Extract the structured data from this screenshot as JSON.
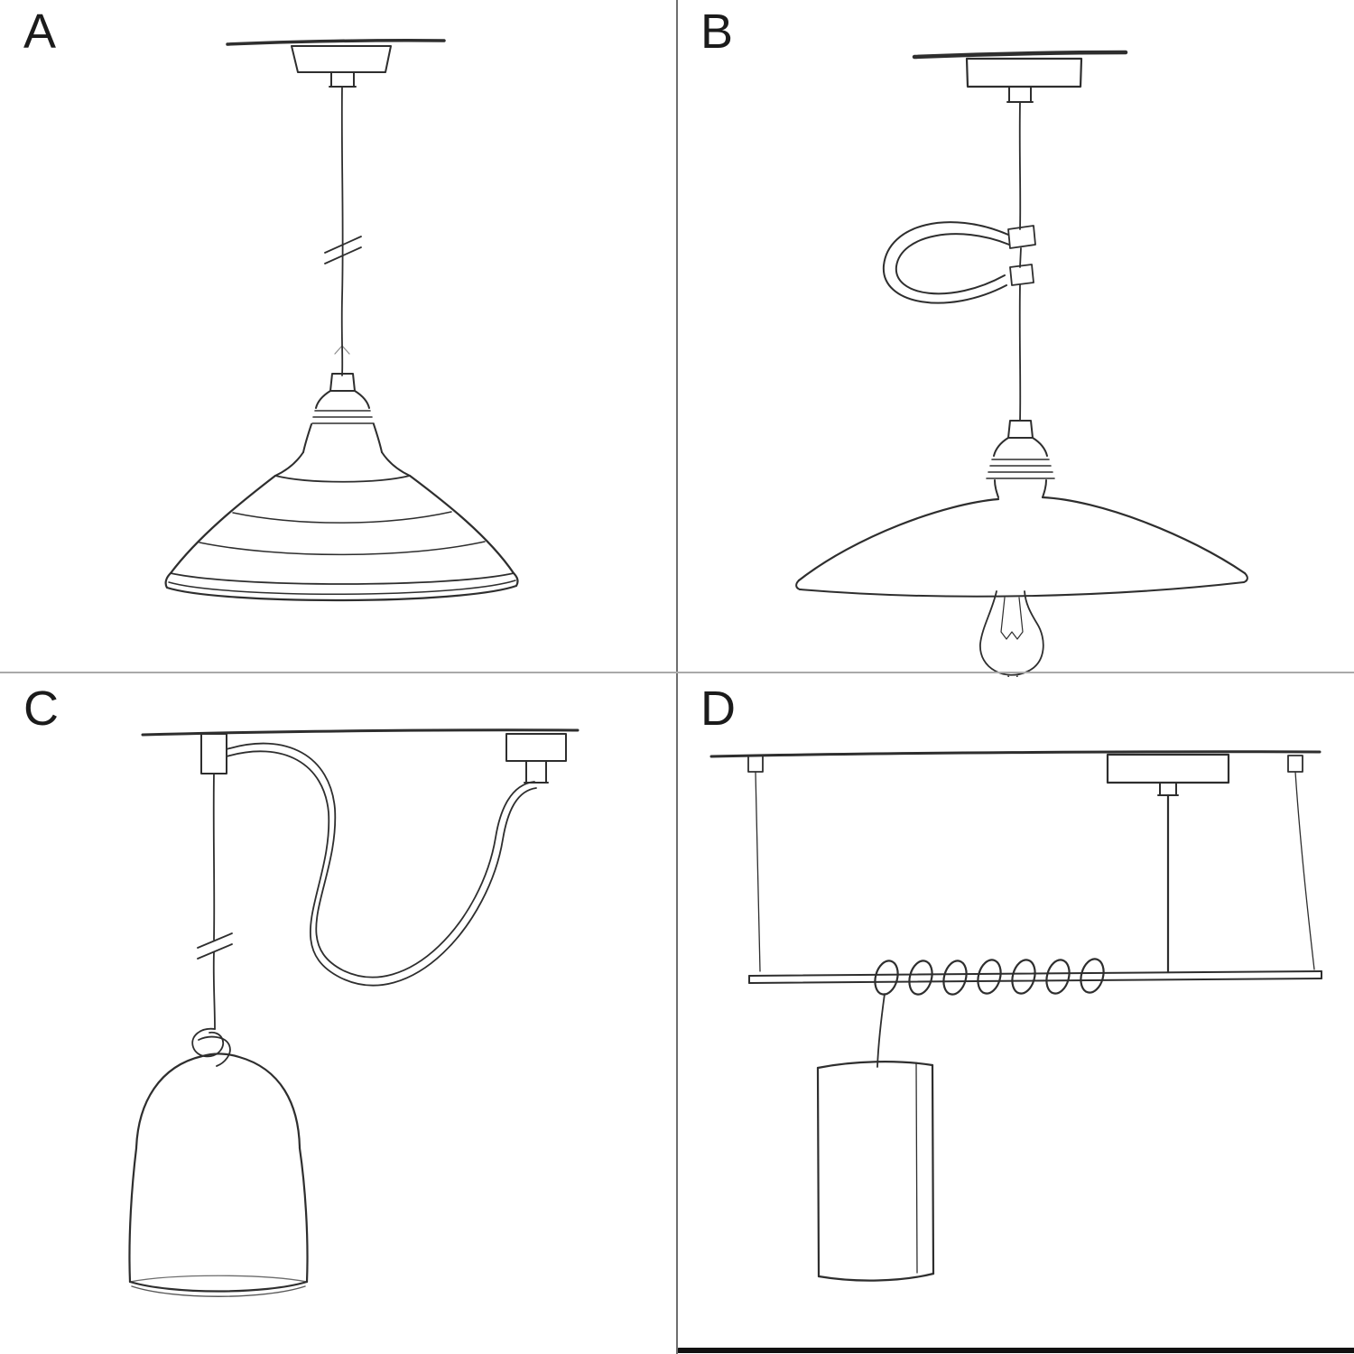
{
  "artboard": {
    "background": "#ffffff",
    "ink_color": "#2e2e2e",
    "divider_vertical_color": "#6e6e6e",
    "divider_horizontal_color": "#a9a9a9",
    "baseline_color": "#111111"
  },
  "panels": [
    {
      "label": "A",
      "name": "sketch-pendant-industrial-bowl-shade"
    },
    {
      "label": "B",
      "name": "sketch-pendant-flat-plate-shade-with-bulb-and-cable-hook"
    },
    {
      "label": "C",
      "name": "sketch-swag-pendant-bell-shade-with-knot"
    },
    {
      "label": "D",
      "name": "sketch-bar-pendant-wrapped-cable-cylinder-shade"
    }
  ]
}
